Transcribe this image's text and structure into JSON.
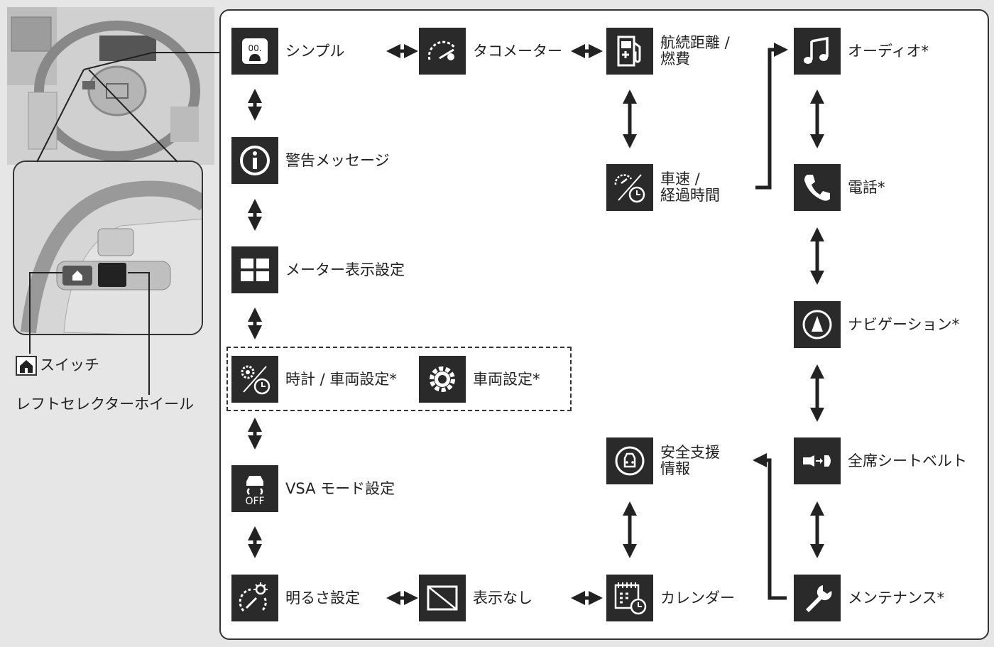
{
  "nodes": {
    "simple": "シンプル",
    "tacho": "タコメーター",
    "range_l1": "航続距離 /",
    "range_l2": "燃費",
    "audio": "オーディオ*",
    "warning": "警告メッセージ",
    "speed_l1": "車速 /",
    "speed_l2": "経過時間",
    "phone": "電話*",
    "meter_display": "メーター表示設定",
    "navi": "ナビゲーション*",
    "clock_vehicle": "時計 / 車両設定*",
    "vehicle_settings": "車両設定*",
    "vsa": "VSA モード設定",
    "safety_l1": "安全支援",
    "safety_l2": "情報",
    "seatbelt": "全席シートベルト",
    "brightness": "明るさ設定",
    "no_display": "表示なし",
    "calendar": "カレンダー",
    "maintenance": "メンテナンス*"
  },
  "icon_text": {
    "simple": "00.",
    "vsa": "OFF"
  },
  "left": {
    "switch_label": "スイッチ",
    "wheel_label": "レフトセレクターホイール"
  },
  "colors": {
    "icon_bg": "#2a2a2a",
    "panel_bg": "#ffffff",
    "page_bg": "#e6e6e6"
  }
}
